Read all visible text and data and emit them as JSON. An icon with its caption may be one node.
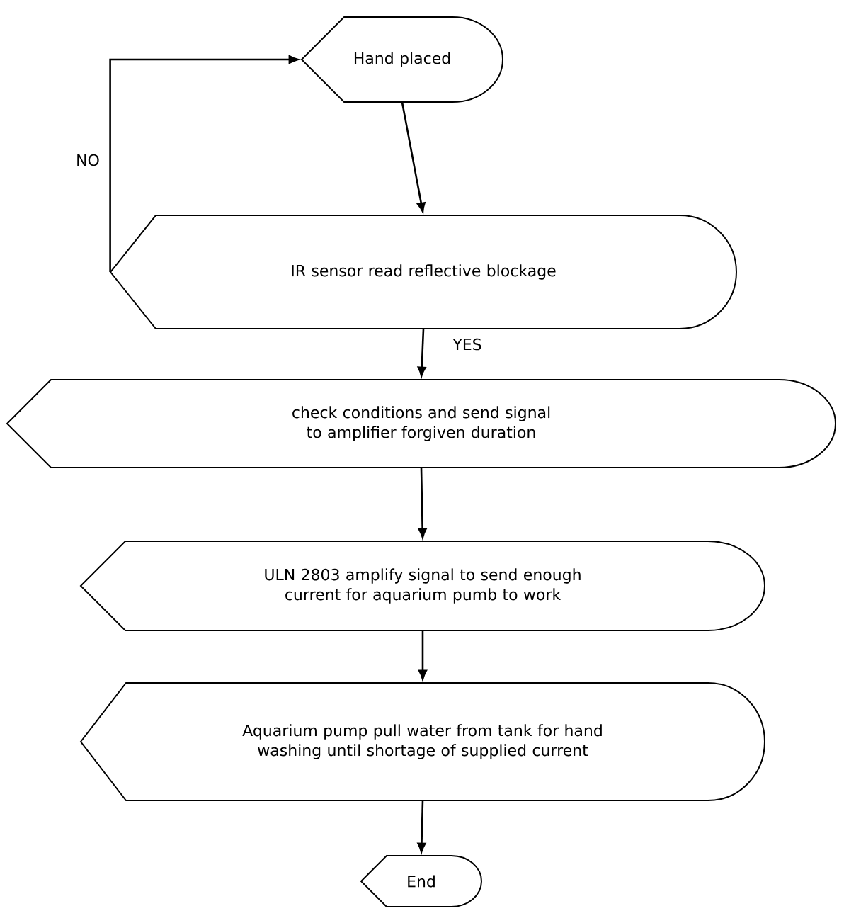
{
  "diagram": {
    "nodes": [
      {
        "text": [
          "Hand placed"
        ]
      },
      {
        "text": [
          "IR sensor read reflective blockage"
        ]
      },
      {
        "text": [
          "check conditions and send signal to amplifier forgiven duration"
        ]
      },
      {
        "text": [
          "ULN 2803 amplify signal to send enough current for aquarium pumb to work"
        ]
      },
      {
        "text": [
          "Aquarium pump pull water from tank for hand washing until shortage of supplied current"
        ]
      },
      {
        "text": [
          "End"
        ]
      }
    ],
    "edges": [
      {
        "from": 0,
        "to": 1,
        "arrow": "to"
      },
      {
        "from": 1,
        "to": 0,
        "arrow": "to",
        "label": "NO"
      },
      {
        "from": 1,
        "to": 2,
        "arrow": "to",
        "label": "YES"
      },
      {
        "from": 2,
        "to": 3,
        "arrow": "to"
      },
      {
        "from": 3,
        "to": 4,
        "arrow": "to"
      },
      {
        "from": 4,
        "to": 5,
        "arrow": "to"
      }
    ]
  }
}
